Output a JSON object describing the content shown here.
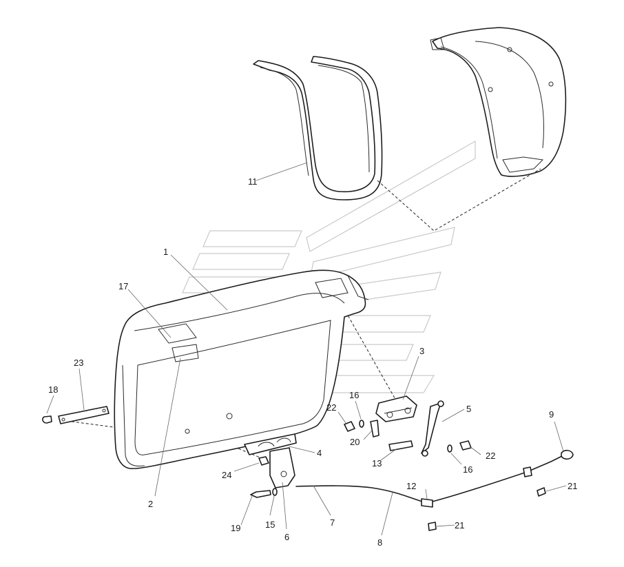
{
  "diagram": {
    "callouts": [
      {
        "id": "1",
        "label": "1"
      },
      {
        "id": "2",
        "label": "2"
      },
      {
        "id": "3",
        "label": "3"
      },
      {
        "id": "4",
        "label": "4"
      },
      {
        "id": "5",
        "label": "5"
      },
      {
        "id": "6",
        "label": "6"
      },
      {
        "id": "7",
        "label": "7"
      },
      {
        "id": "8",
        "label": "8"
      },
      {
        "id": "9",
        "label": "9"
      },
      {
        "id": "11",
        "label": "11"
      },
      {
        "id": "12",
        "label": "12"
      },
      {
        "id": "13",
        "label": "13"
      },
      {
        "id": "15",
        "label": "15"
      },
      {
        "id": "16a",
        "label": "16"
      },
      {
        "id": "16b",
        "label": "16"
      },
      {
        "id": "17",
        "label": "17"
      },
      {
        "id": "18",
        "label": "18"
      },
      {
        "id": "19",
        "label": "19"
      },
      {
        "id": "20",
        "label": "20"
      },
      {
        "id": "21a",
        "label": "21"
      },
      {
        "id": "21b",
        "label": "21"
      },
      {
        "id": "22a",
        "label": "22"
      },
      {
        "id": "22b",
        "label": "22"
      },
      {
        "id": "23",
        "label": "23"
      },
      {
        "id": "24",
        "label": "24"
      }
    ]
  }
}
